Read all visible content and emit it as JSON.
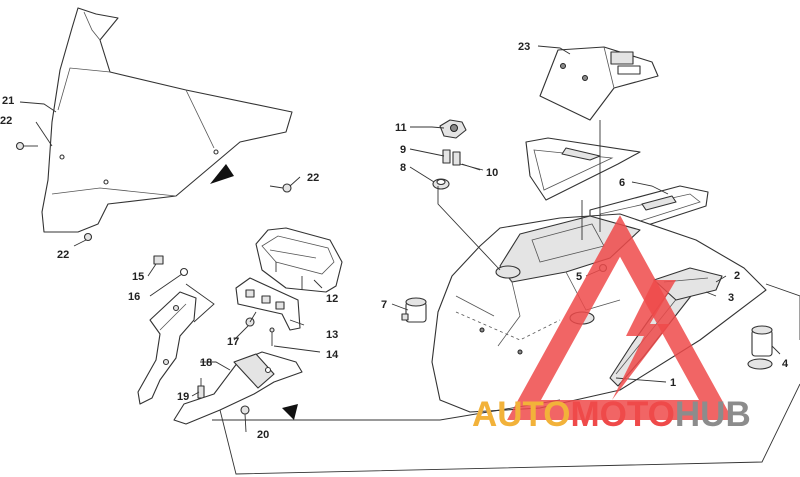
{
  "callouts": {
    "c1": "1",
    "c2": "2",
    "c3": "3",
    "c4": "4",
    "c5": "5",
    "c6": "6",
    "c7": "7",
    "c8": "8",
    "c9": "9",
    "c10": "10",
    "c11": "11",
    "c12": "12",
    "c13": "13",
    "c14": "14",
    "c15": "15",
    "c16": "16",
    "c17": "17",
    "c18": "18",
    "c19": "19",
    "c20": "20",
    "c21": "21",
    "c22a": "22",
    "c22b": "22",
    "c22c": "22",
    "c23": "23"
  },
  "watermark": {
    "part1": "AUTO",
    "part2": "MOTO",
    "part3": "HUB",
    "colors": {
      "part1": "#f2b23a",
      "part2": "#ef4a4a",
      "part3": "#8c8c8c"
    }
  }
}
